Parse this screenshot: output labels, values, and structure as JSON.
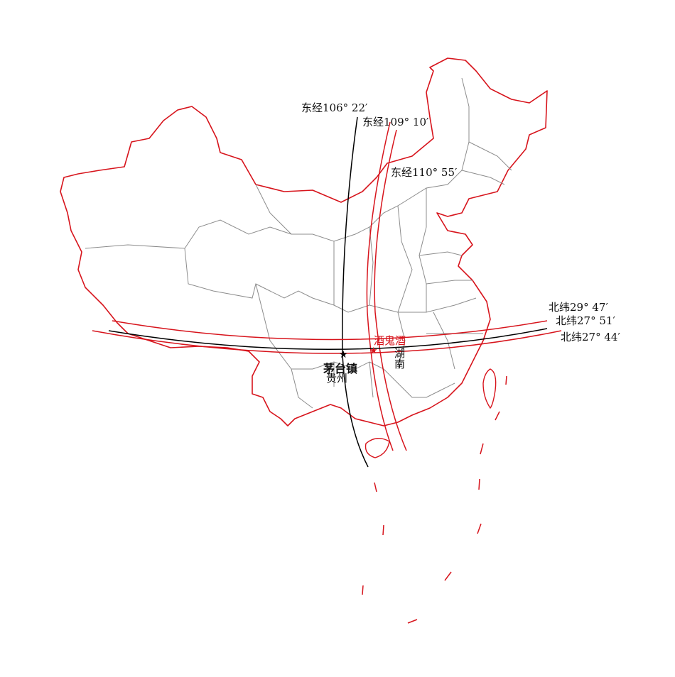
{
  "map": {
    "meridians": [
      {
        "label": "东经106° 22′",
        "color": "#000000"
      },
      {
        "label": "东经109° 10′",
        "color": "#d7141c"
      },
      {
        "label": "东经110° 55′",
        "color": "#d7141c"
      }
    ],
    "parallels": [
      {
        "label": "北纬29° 47′",
        "color": "#d7141c"
      },
      {
        "label": "北纬27° 51′",
        "color": "#000000"
      },
      {
        "label": "北纬27° 44′",
        "color": "#d7141c"
      }
    ],
    "places": {
      "maotai": "茅台镇",
      "guizhou": "贵州",
      "jiuguijiu": "酒鬼酒",
      "hunan": "湖南"
    },
    "colors": {
      "border": "#d7141c",
      "province": "#8c8c8c",
      "accent": "#d7141c"
    }
  }
}
